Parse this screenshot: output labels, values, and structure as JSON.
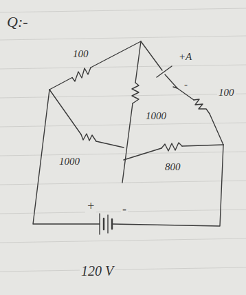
{
  "diagram": {
    "labels": [
      "Q:-",
      "100",
      "+A",
      "-",
      "1000",
      "100",
      "1000",
      "800",
      "+",
      "-",
      "120 V"
    ]
  }
}
